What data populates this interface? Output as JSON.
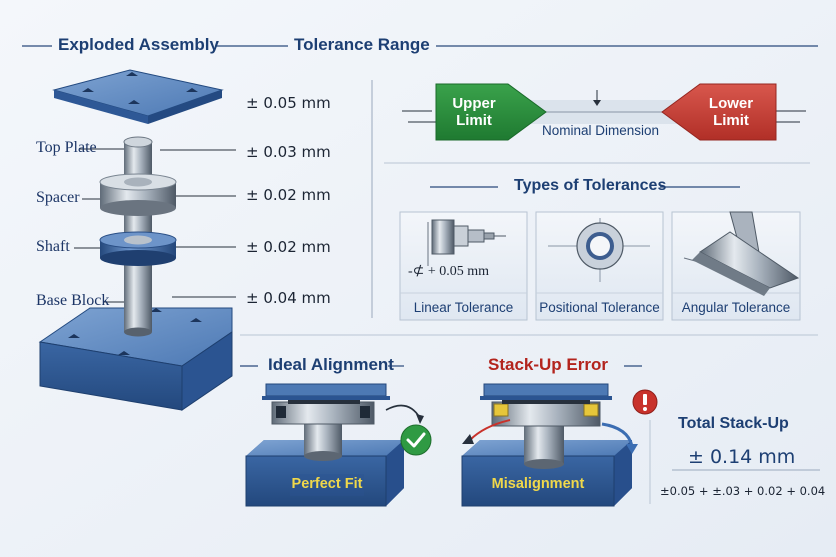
{
  "headers": {
    "exploded_assembly": "Exploded Assembly",
    "tolerance_range": "Tolerance Range",
    "types_of_tolerances": "Types of Tolerances",
    "ideal_alignment": "Ideal Alignment",
    "stack_up_error": "Stack-Up Error"
  },
  "parts": [
    {
      "label": "",
      "tolerance": "± 0.05 mm"
    },
    {
      "label": "Top Plate",
      "tolerance": "± 0.03 mm"
    },
    {
      "label": "Spacer",
      "tolerance": "± 0.02 mm"
    },
    {
      "label": "Shaft",
      "tolerance": "± 0.02 mm"
    },
    {
      "label": "Base Block",
      "tolerance": "± 0.04 mm"
    }
  ],
  "tolerance_range": {
    "upper_line1": "Upper",
    "upper_line2": "Limit",
    "lower_line1": "Lower",
    "lower_line2": "Limit",
    "nominal": "Nominal Dimension"
  },
  "types": [
    {
      "label": "Linear Tolerance",
      "annotation": "-⊄ + 0.05 mm"
    },
    {
      "label": "Positional Tolerance"
    },
    {
      "label": "Angular Tolerance"
    }
  ],
  "ideal": {
    "badge": "Perfect Fit"
  },
  "error": {
    "badge": "Misalignment"
  },
  "total": {
    "title": "Total Stack-Up",
    "value": "± 0.14 mm",
    "formula": "±0.05 + ±.03 + 0.02 + 0.04"
  },
  "colors": {
    "header_blue": "#1d3f73",
    "upper_green": "#2e8b3e",
    "lower_red": "#c8423a",
    "error_red": "#b3241d",
    "badge_yellow": "#f0d84a",
    "block_blue": "#3f6fae"
  },
  "icons": [
    "check-icon",
    "warning-icon"
  ]
}
